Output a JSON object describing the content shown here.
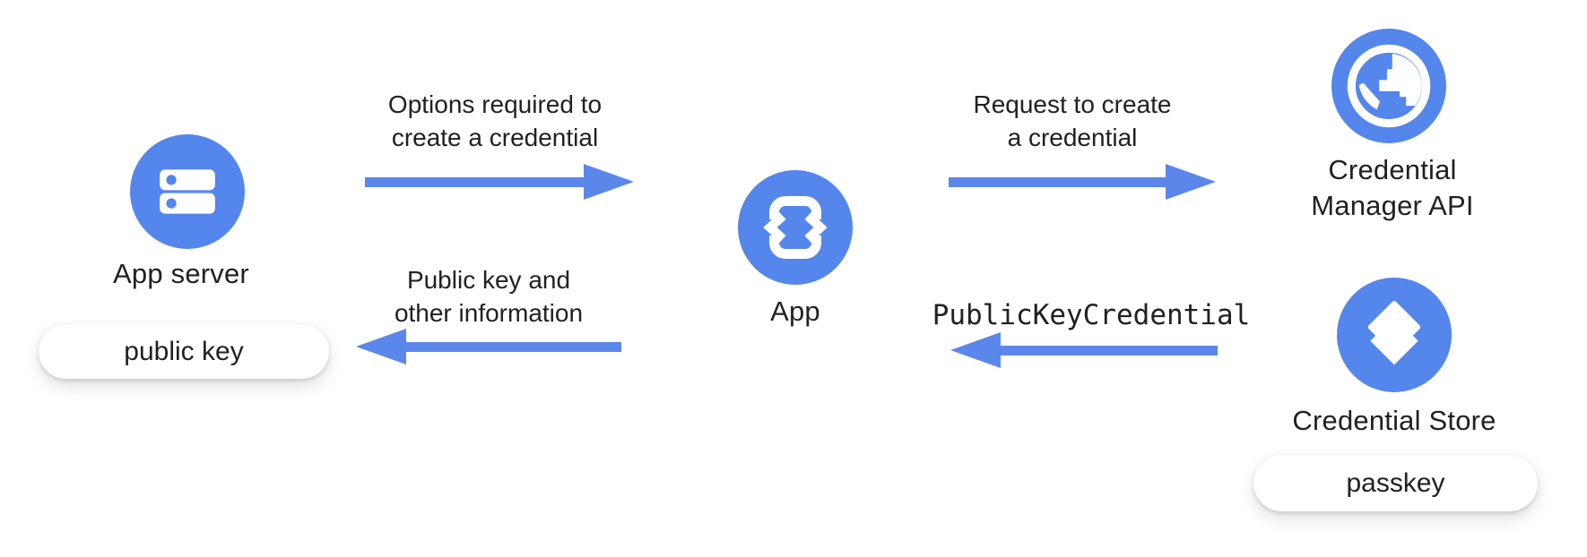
{
  "colors": {
    "icon_blue": "#5486EC",
    "arrow_blue": "#5B87EA",
    "text_dark": "#202124",
    "pill_bg": "#FFFFFF",
    "background": "#FFFFFF"
  },
  "nodes": {
    "app_server": {
      "label": "App server",
      "icon": "server-icon",
      "badge": "public key"
    },
    "app": {
      "label": "App",
      "icon": "phone-code-icon"
    },
    "credential_manager_api": {
      "label_line1": "Credential",
      "label_line2": "Manager API",
      "icon": "globe-icon"
    },
    "credential_store": {
      "label": "Credential Store",
      "icon": "layers-icon",
      "badge": "passkey"
    }
  },
  "flows": [
    {
      "line1": "Options required to",
      "line2": "create a credential",
      "direction": "right",
      "from": "App server",
      "to": "App"
    },
    {
      "line1": "Request to create",
      "line2": "a credential",
      "direction": "right",
      "from": "App",
      "to": "Credential Manager API"
    },
    {
      "line1": "Public key and",
      "line2": "other information",
      "direction": "left",
      "from": "App",
      "to": "App server"
    },
    {
      "label": "PublicKeyCredential",
      "style": "code",
      "direction": "left",
      "from": "Credential Store",
      "to": "App"
    }
  ]
}
